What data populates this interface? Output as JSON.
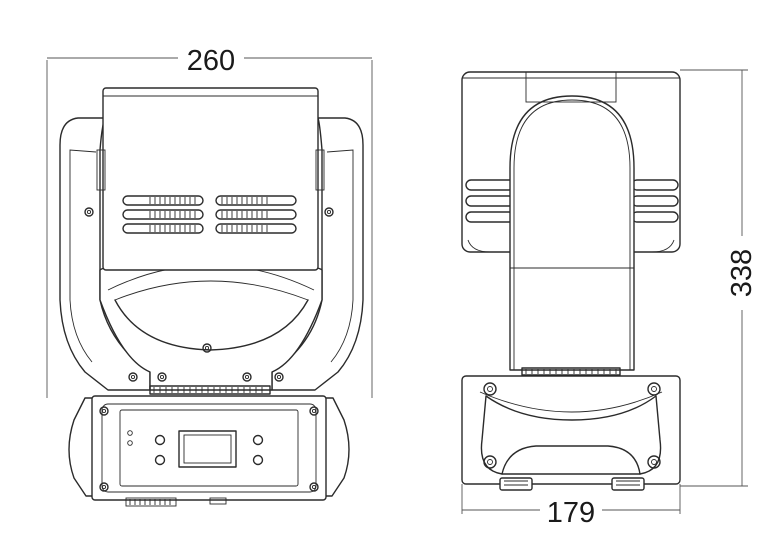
{
  "dimensions": {
    "width": "260",
    "height": "338",
    "depth": "179"
  },
  "colors": {
    "line": "#2b2b2b",
    "background": "#ffffff"
  }
}
